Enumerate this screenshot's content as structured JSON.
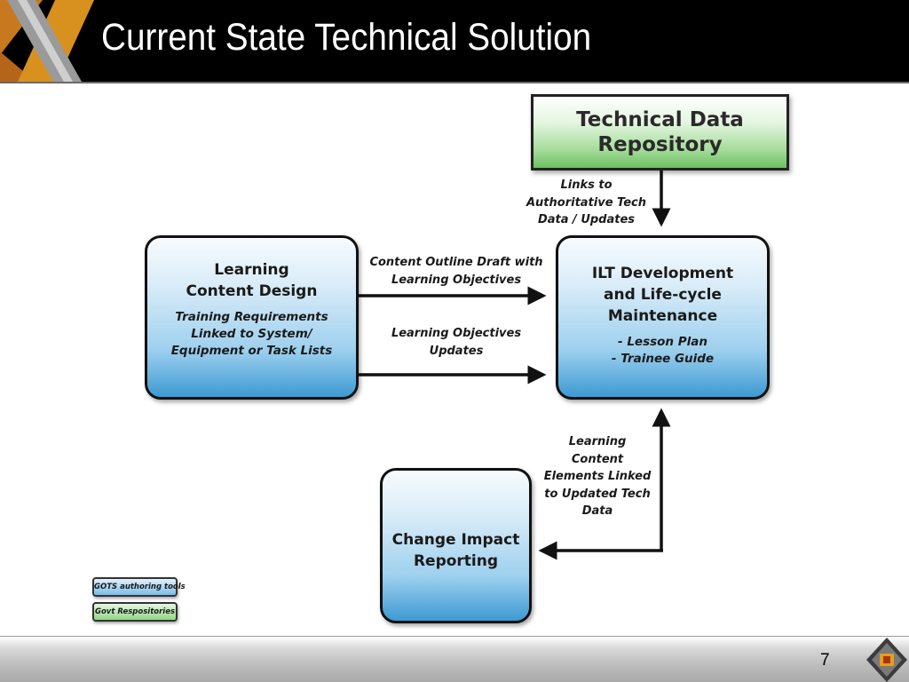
{
  "slide": {
    "title": "Current State Technical Solution",
    "page_number": "7"
  },
  "nodes": {
    "technical_data_repository": {
      "title": "Technical Data Repository"
    },
    "learning_content_design": {
      "title": "Learning Content Design",
      "detail": "Training Requirements Linked to System/ Equipment or Task Lists"
    },
    "ilt_development": {
      "title": "ILT Development and Life-cycle Maintenance",
      "items": [
        "- Lesson Plan",
        "- Trainee Guide"
      ]
    },
    "change_impact_reporting": {
      "title": "Change Impact Reporting"
    }
  },
  "edges": {
    "tdr_to_ilt": "Links to\nAuthoritative Tech\nData / Updates",
    "content_outline": "Content Outline Draft with\nLearning Objectives",
    "objectives_updates": "Learning Objectives\nUpdates",
    "ilt_to_change_impact": "Learning\nContent\nElements Linked\nto Updated Tech\nData"
  },
  "legend": {
    "gots": "GOTS authoring tools",
    "govt": "Govt Respositories"
  },
  "colors": {
    "blue_node": "#5aaee0",
    "green_node": "#8fd784",
    "title_bar": "#000000"
  }
}
